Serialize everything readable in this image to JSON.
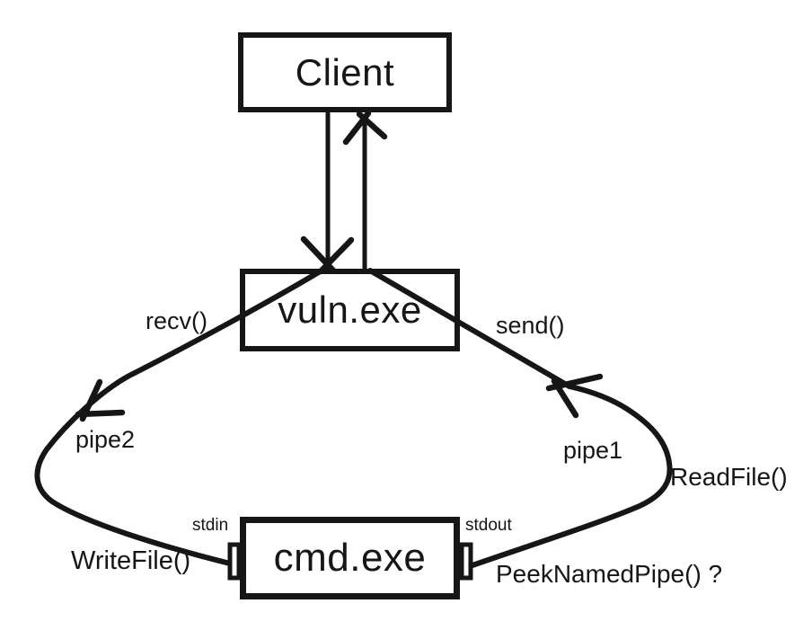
{
  "nodes": {
    "client": "Client",
    "vuln": "vuln.exe",
    "cmd": "cmd.exe"
  },
  "edge_labels": {
    "recv": "recv()",
    "send": "send()",
    "pipe2": "pipe2",
    "pipe1": "pipe1",
    "read_file": "ReadFile()",
    "write_file": "WriteFile()",
    "peek_named_pipe": "PeekNamedPipe() ?",
    "stdin": "stdin",
    "stdout": "stdout"
  },
  "colors": {
    "ink": "#161616",
    "background": "#ffffff"
  }
}
